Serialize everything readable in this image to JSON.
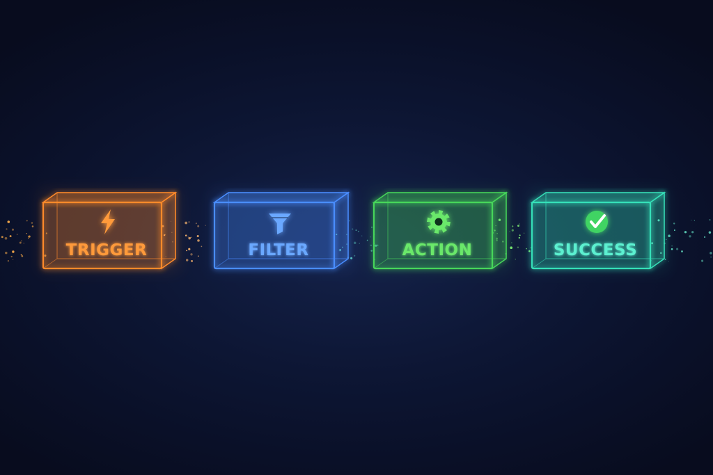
{
  "stages": [
    {
      "label": "TRIGGER",
      "icon": "lightning-bolt-icon",
      "color": "#ff8a2a",
      "text_color": "#ff9a3a"
    },
    {
      "label": "FILTER",
      "icon": "funnel-icon",
      "color": "#4a8dff",
      "text_color": "#6aa8ff"
    },
    {
      "label": "ACTION",
      "icon": "gear-icon",
      "color": "#46d65a",
      "text_color": "#6ae86a"
    },
    {
      "label": "SUCCESS",
      "icon": "check-circle-icon",
      "color": "#36e0b8",
      "text_color": "#5cf0d0"
    }
  ],
  "background": "#0b1230"
}
